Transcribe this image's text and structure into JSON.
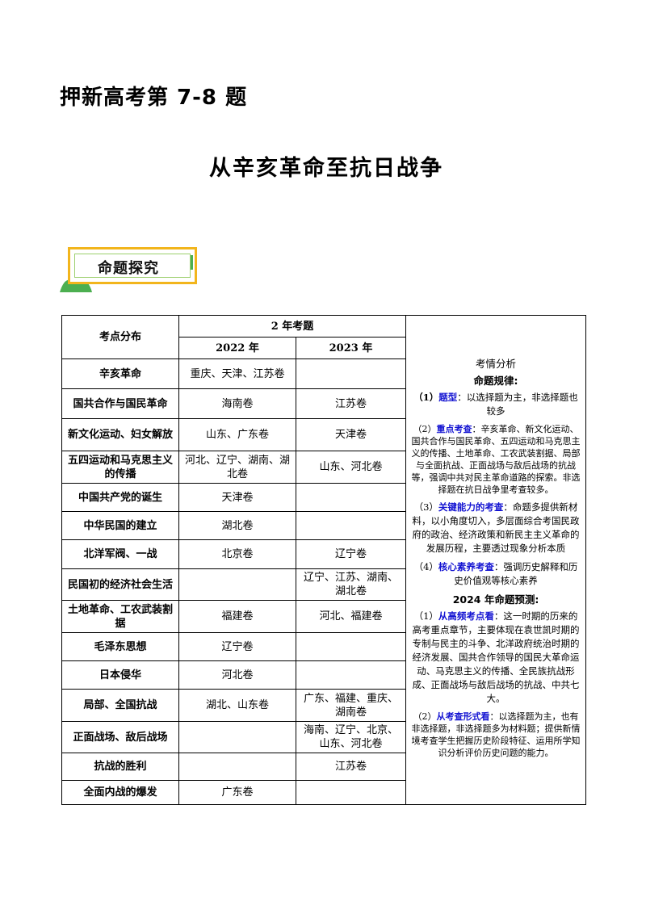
{
  "heading": "押新高考第 7-8 题",
  "title": "从辛亥革命至抗日战争",
  "badge": {
    "label": "命题探究",
    "border_color": "#f2b51c"
  },
  "table": {
    "col_topic": "考点分布",
    "col_group": "2 年考题",
    "col_2022": "2022 年",
    "col_2023": "2023 年",
    "rows": [
      {
        "topic": "辛亥革命",
        "y2022": "重庆、天津、江苏卷",
        "y2023": ""
      },
      {
        "topic": "国共合作与国民革命",
        "y2022": "海南卷",
        "y2023": "江苏卷"
      },
      {
        "topic": "新文化运动、妇女解放",
        "y2022": "山东、广东卷",
        "y2023": "天津卷"
      },
      {
        "topic": "五四运动和马克思主义的传播",
        "y2022": "河北、辽宁、湖南、湖北卷",
        "y2023": "山东、河北卷"
      },
      {
        "topic": "中国共产党的诞生",
        "y2022": "天津卷",
        "y2023": ""
      },
      {
        "topic": "中华民国的建立",
        "y2022": "湖北卷",
        "y2023": ""
      },
      {
        "topic": "北洋军阀、一战",
        "y2022": "北京卷",
        "y2023": "辽宁卷"
      },
      {
        "topic": "民国初的经济社会生活",
        "y2022": "",
        "y2023": "辽宁、江苏、湖南、湖北卷"
      },
      {
        "topic": "土地革命、工农武装割据",
        "y2022": "福建卷",
        "y2023": "河北、福建卷"
      },
      {
        "topic": "毛泽东思想",
        "y2022": "辽宁卷",
        "y2023": ""
      },
      {
        "topic": "日本侵华",
        "y2022": "河北卷",
        "y2023": ""
      },
      {
        "topic": "局部、全国抗战",
        "y2022": "湖北、山东卷",
        "y2023": "广东、福建、重庆、湖南卷"
      },
      {
        "topic": "正面战场、敌后战场",
        "y2022": "",
        "y2023": "海南、辽宁、北京、山东、河北卷"
      },
      {
        "topic": "抗战的胜利",
        "y2022": "",
        "y2023": "江苏卷"
      },
      {
        "topic": "全面内战的爆发",
        "y2022": "广东卷",
        "y2023": ""
      }
    ]
  },
  "analysis": {
    "title": "考情分析",
    "rule_title": "命题规律:",
    "p1_num": "（1）",
    "p1_kw": "题型",
    "p1_text": "：以选择题为主，非选择题也较多",
    "p2_num": "（2）",
    "p2_kw": "重点考查",
    "p2_text": "：辛亥革命、新文化运动、国共合作与国民革命、五四运动和马克思主义的传播、土地革命、工农武装割据、局部与全面抗战、正面战场与敌后战场的抗战等，强调中共对民主革命道路的探索。非选择题在抗日战争里考查较多。",
    "p3_num": "（3）",
    "p3_kw": "关键能力的考查",
    "p3_text": "：命题多提供新材料，以小角度切入，多层面综合考国民政府的政治、经济政策和新民主主义革命的发展历程，主要透过现象分析本质",
    "p4_num": "（4）",
    "p4_kw": "核心素养考查",
    "p4_text": "：强调历史解释和历史价值观等核心素养",
    "forecast_title": "2024 年命题预测:",
    "p5_num": "（1）",
    "p5_kw": "从高频考点看",
    "p5_text": "：这一时期的历来的高考重点章节，主要体现在袁世凯时期的专制与民主的斗争、北洋政府统治时期的经济发展、国共合作领导的国民大革命运动、马克思主义的传播、全民族抗战形成、正面战场与敌后战场的抗战、中共七大。",
    "p6_num": "（2）",
    "p6_kw": "从考查形式看",
    "p6_text": "：以选择题为主，也有非选择题，非选择题多为材料题；提供新情境考查学生把握历史阶段特征、运用所学知识分析评价历史问题的能力。",
    "keyword_color": "#1414d2"
  }
}
